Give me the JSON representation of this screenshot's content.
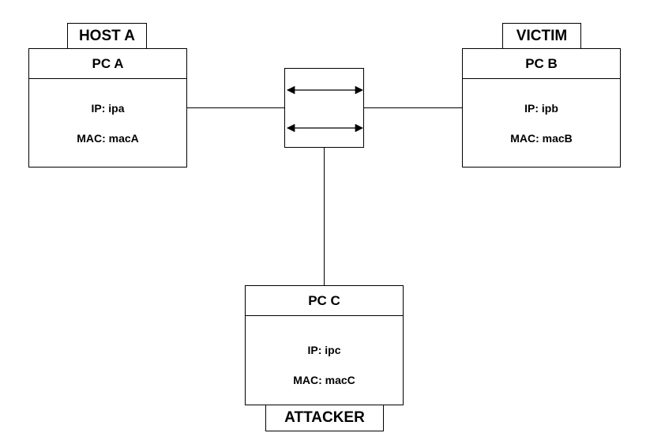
{
  "hosts": {
    "pc_a": {
      "role": "HOST A",
      "name": "PC A",
      "ip": "IP: ipa",
      "mac": "MAC: macA"
    },
    "pc_b": {
      "role": "VICTIM",
      "name": "PC B",
      "ip": "IP: ipb",
      "mac": "MAC: macB"
    },
    "pc_c": {
      "role": "ATTACKER",
      "name": "PC C",
      "ip": "IP: ipc",
      "mac": "MAC: macC"
    }
  },
  "switch": {
    "icon": "bidirectional-arrows-icon"
  },
  "colors": {
    "stroke": "#000000",
    "fill": "#ffffff"
  }
}
